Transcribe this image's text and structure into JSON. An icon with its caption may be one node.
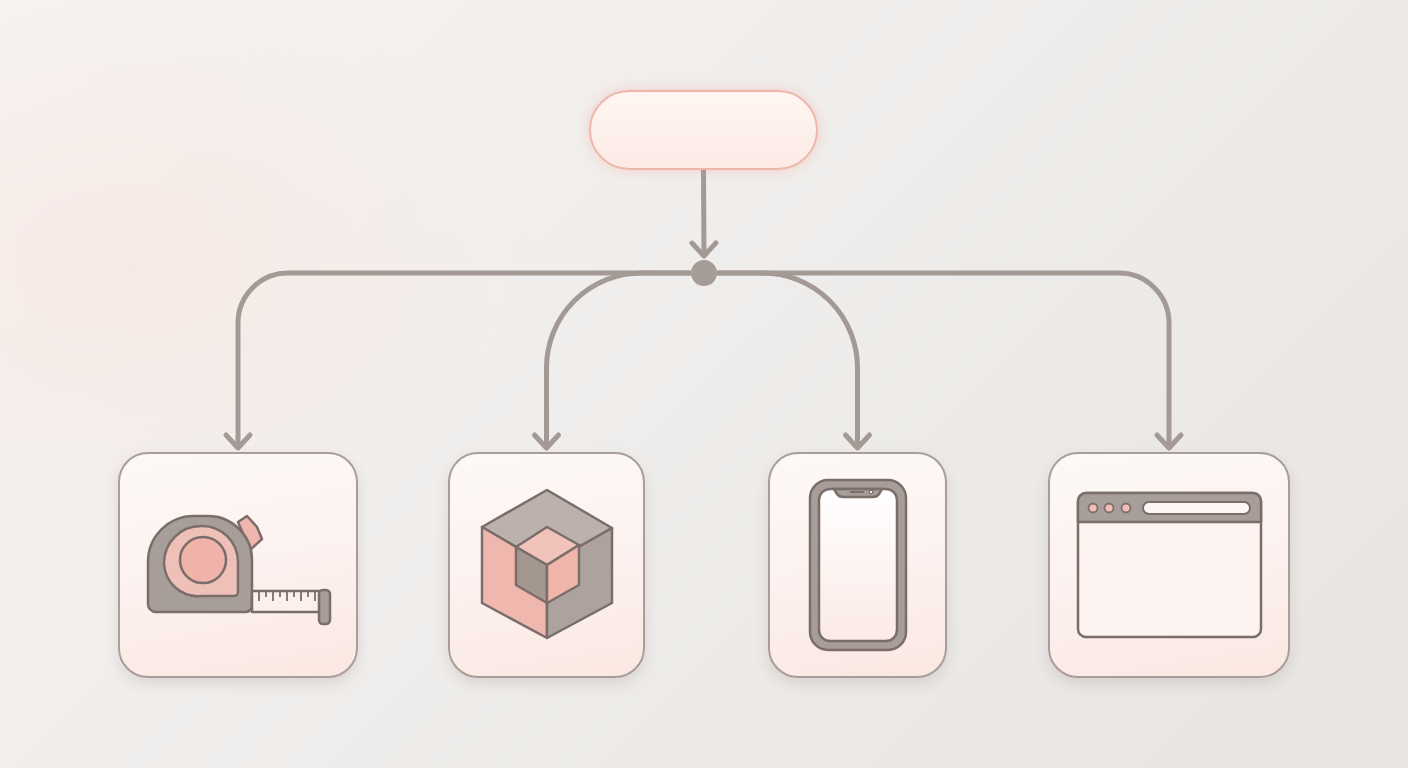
{
  "diagram": {
    "nodes": [
      {
        "text": [],
        "shape": "box"
      },
      {
        "text": [],
        "shape": "circle"
      },
      {
        "text": [],
        "shape": "box"
      },
      {
        "text": [],
        "shape": "box"
      },
      {
        "text": [],
        "shape": "box"
      },
      {
        "text": [],
        "shape": "box"
      }
    ],
    "edges": [
      {
        "from": 0,
        "to": 1,
        "arrow": "to"
      },
      {
        "from": 1,
        "to": 2,
        "arrow": "to"
      },
      {
        "from": 1,
        "to": 3,
        "arrow": "to"
      },
      {
        "from": 1,
        "to": 4,
        "arrow": "to"
      },
      {
        "from": 1,
        "to": 5,
        "arrow": "to"
      }
    ]
  }
}
